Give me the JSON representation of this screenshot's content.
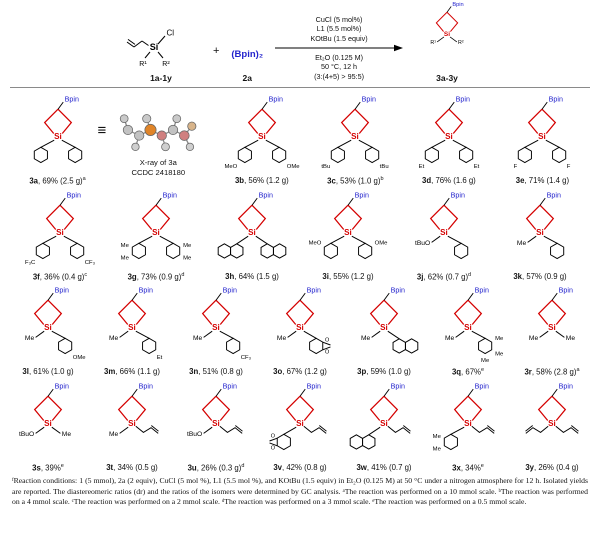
{
  "colors": {
    "ring": "#d40000",
    "bpin": "#2323cd"
  },
  "struct_labels": {
    "si": "Si",
    "bpin": "Bpin"
  },
  "scheme": {
    "reactant": {
      "cl": "Cl",
      "si": "Si",
      "r1": "R¹",
      "r2": "R²",
      "label": "1a-1y"
    },
    "plus": "+",
    "reagent": {
      "formula": "(Bpin)₂",
      "label": "2a"
    },
    "conditions_above": [
      "CuCl (5 mol%)",
      "L1 (5.5 mol%)",
      "KOtBu (1.5 equiv)"
    ],
    "conditions_below": [
      "Et₂O (0.125 M)",
      "50 °C, 12 h",
      "(3:(4+5) > 95:5)"
    ],
    "product": {
      "label": "3a-3y",
      "r1": "R¹",
      "r2": "R²"
    }
  },
  "xray": {
    "equiv": "≡",
    "line1": "X-ray of 3a",
    "line2": "CCDC 2418180"
  },
  "rows": [
    [
      {
        "id": "3a",
        "yield": "69% (2.5 g)",
        "sup": "a",
        "xray": true,
        "left": {
          "k": "ph"
        },
        "right": {
          "k": "ph"
        }
      },
      {
        "id": "3b",
        "yield": "56% (1.2 g)",
        "sup": "",
        "left": {
          "k": "hex",
          "lab": "MeO",
          "pos": "para"
        },
        "right": {
          "k": "hex",
          "lab": "OMe",
          "pos": "para"
        }
      },
      {
        "id": "3c",
        "yield": "53% (1.0 g)",
        "sup": "b",
        "left": {
          "k": "hex",
          "lab": "tBu",
          "pos": "para"
        },
        "right": {
          "k": "hex",
          "lab": "tBu",
          "pos": "para"
        }
      },
      {
        "id": "3d",
        "yield": "76% (1.6 g)",
        "sup": "",
        "left": {
          "k": "hex",
          "lab": "Et",
          "pos": "para"
        },
        "right": {
          "k": "hex",
          "lab": "Et",
          "pos": "para"
        }
      },
      {
        "id": "3e",
        "yield": "71% (1.4 g)",
        "sup": "",
        "left": {
          "k": "hex",
          "lab": "F",
          "pos": "para"
        },
        "right": {
          "k": "hex",
          "lab": "F",
          "pos": "para"
        }
      }
    ],
    [
      {
        "id": "3f",
        "yield": "36% (0.4 g)",
        "sup": "c",
        "left": {
          "k": "hex",
          "lab": "F₃C",
          "pos": "para"
        },
        "right": {
          "k": "hex",
          "lab": "CF₃",
          "pos": "para"
        }
      },
      {
        "id": "3g",
        "yield": "73% (0.9 g)",
        "sup": "d",
        "left": {
          "k": "hex2",
          "labs": [
            "Me",
            "Me"
          ]
        },
        "right": {
          "k": "hex2",
          "labs": [
            "Me",
            "Me"
          ]
        }
      },
      {
        "id": "3h",
        "yield": "64% (1.5 g)",
        "sup": "",
        "left": {
          "k": "naph"
        },
        "right": {
          "k": "naph"
        }
      },
      {
        "id": "3i",
        "yield": "55% (1.2 g)",
        "sup": "",
        "left": {
          "k": "hex",
          "lab": "MeO",
          "pos": "ortho"
        },
        "right": {
          "k": "hex",
          "lab": "OMe",
          "pos": "ortho"
        }
      },
      {
        "id": "3j",
        "yield": "62% (0.7 g)",
        "sup": "d",
        "left": {
          "k": "text",
          "lab": "tBuO"
        },
        "right": {
          "k": "ph"
        }
      },
      {
        "id": "3k",
        "yield": "57% (0.9 g)",
        "sup": "",
        "left": {
          "k": "text",
          "lab": "Me"
        },
        "right": {
          "k": "ph"
        }
      }
    ],
    [
      {
        "id": "3l",
        "yield": "61% (1.0 g)",
        "sup": "",
        "left": {
          "k": "text",
          "lab": "Me"
        },
        "right": {
          "k": "hex",
          "lab": "OMe",
          "pos": "para"
        }
      },
      {
        "id": "3m",
        "yield": "66% (1.1 g)",
        "sup": "",
        "left": {
          "k": "text",
          "lab": "Me"
        },
        "right": {
          "k": "hex",
          "lab": "Et",
          "pos": "para"
        }
      },
      {
        "id": "3n",
        "yield": "51% (0.8 g)",
        "sup": "",
        "left": {
          "k": "text",
          "lab": "Me"
        },
        "right": {
          "k": "hex",
          "lab": "CF₃",
          "pos": "para"
        }
      },
      {
        "id": "3o",
        "yield": "67% (1.2 g)",
        "sup": "",
        "left": {
          "k": "text",
          "lab": "Me"
        },
        "right": {
          "k": "dioxole"
        }
      },
      {
        "id": "3p",
        "yield": "59% (1.0 g)",
        "sup": "",
        "left": {
          "k": "text",
          "lab": "Me"
        },
        "right": {
          "k": "naph"
        }
      },
      {
        "id": "3q",
        "yield": "67%",
        "sup": "e",
        "left": {
          "k": "text",
          "lab": "Me"
        },
        "right": {
          "k": "mesityl",
          "labs": [
            "Me",
            "Me",
            "Me"
          ]
        }
      },
      {
        "id": "3r",
        "yield": "58% (2.8 g)",
        "sup": "a",
        "left": {
          "k": "text",
          "lab": "Me"
        },
        "right": {
          "k": "text",
          "lab": "Me"
        }
      }
    ],
    [
      {
        "id": "3s",
        "yield": "39%",
        "sup": "e",
        "left": {
          "k": "text",
          "lab": "tBuO"
        },
        "right": {
          "k": "text",
          "lab": "Me"
        }
      },
      {
        "id": "3t",
        "yield": "34% (0.5 g)",
        "sup": "",
        "left": {
          "k": "text",
          "lab": "Me"
        },
        "right": {
          "k": "allyl"
        }
      },
      {
        "id": "3u",
        "yield": "26% (0.3 g)",
        "sup": "d",
        "left": {
          "k": "text",
          "lab": "tBuO"
        },
        "right": {
          "k": "allyl"
        }
      },
      {
        "id": "3v",
        "yield": "42% (0.8 g)",
        "sup": "",
        "left": {
          "k": "dioxole"
        },
        "right": {
          "k": "allyl"
        }
      },
      {
        "id": "3w",
        "yield": "41% (0.7 g)",
        "sup": "",
        "left": {
          "k": "naph"
        },
        "right": {
          "k": "allyl"
        }
      },
      {
        "id": "3x",
        "yield": "34%",
        "sup": "e",
        "left": {
          "k": "hex2",
          "labs": [
            "Me",
            "Me"
          ]
        },
        "right": {
          "k": "allyl"
        }
      },
      {
        "id": "3y",
        "yield": "26% (0.4 g)",
        "sup": "",
        "left": {
          "k": "allyl"
        },
        "right": {
          "k": "allyl"
        }
      }
    ]
  ],
  "footnote": "ᶠReaction conditions: 1 (5 mmol), 2a (2 equiv), CuCl (5 mol %), L1 (5.5 mol %), and KOtBu (1.5 equiv) in Et₂O (0.125 M) at 50 °C under a nitrogen atmosphere for 12 h. Isolated yields are reported. The diastereomeric ratios (dr) and the ratios of the isomers were determined by GC analysis. ᵃThe reaction was performed on a 10 mmol scale. ᵇThe reaction was performed on a 4 mmol scale. ᶜThe reaction was performed on a 2 mmol scale. ᵈThe reaction was performed on a 3 mmol scale. ᵉThe reaction was performed on a 0.5 mmol scale."
}
